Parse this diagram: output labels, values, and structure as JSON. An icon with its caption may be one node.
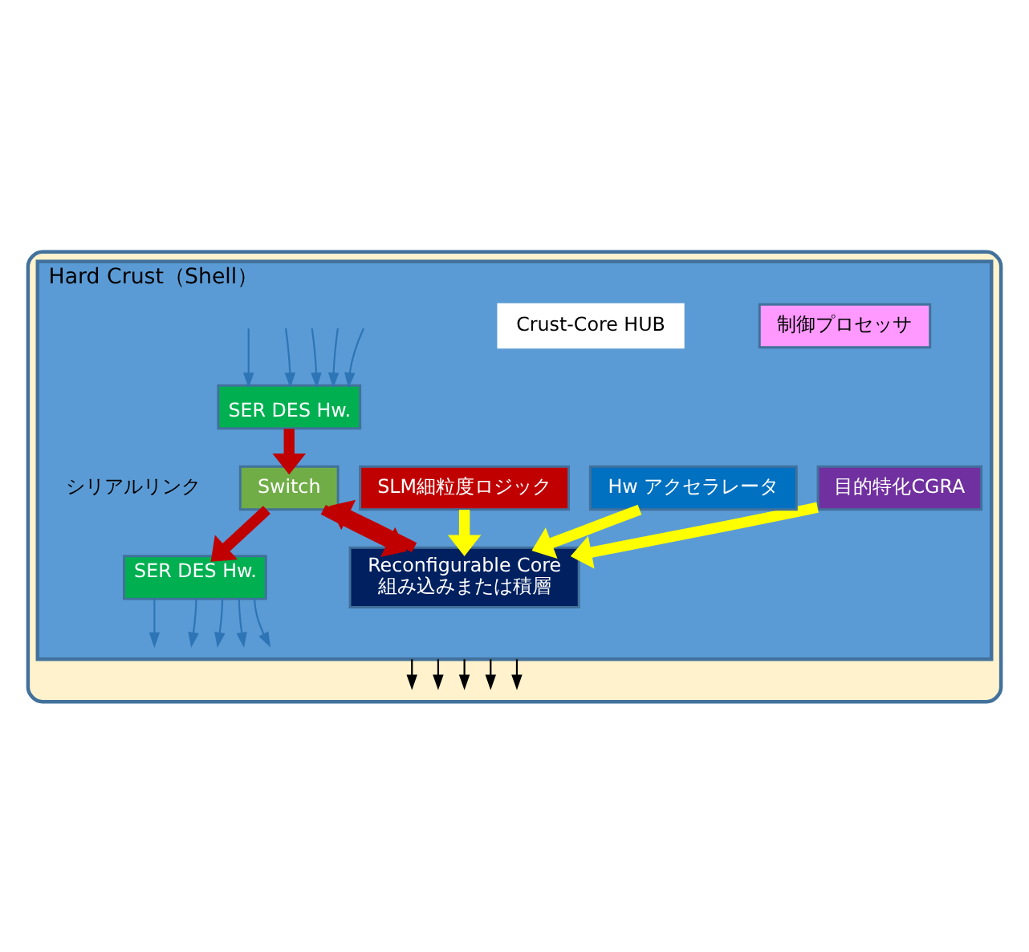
{
  "diagram": {
    "nodes": [
      {
        "text": [],
        "shape": "box"
      },
      {
        "text": [
          "Hard Crust（Shell）"
        ],
        "in": 0
      },
      {
        "text": [
          "制御プロセッサ"
        ],
        "in": 1
      },
      {
        "text": [
          "SER DES Hw."
        ],
        "in": 1
      },
      {
        "text": [
          "Switch"
        ],
        "in": 1
      },
      {
        "text": [
          "SER DES Hw."
        ],
        "in": 1,
        "beside": [
          "シリアルリンク"
        ]
      },
      {
        "text": [
          "Reconfigurable Core",
          "組み込みまたは積層"
        ],
        "in": 1
      },
      {
        "text": [
          "目的特化CGRA"
        ],
        "in": 1
      },
      {
        "text": [
          "Hw アクセラレータ"
        ],
        "in": 1
      },
      {
        "text": [
          "SLM細粒度ロジック"
        ],
        "in": 1
      },
      {
        "text": [
          "Crust-Core HUB"
        ],
        "in": 1
      }
    ],
    "edges": [
      {
        "from": null,
        "to": 3,
        "arrow": "to",
        "color": "#2e75b6"
      },
      {
        "from": null,
        "to": 3,
        "arrow": "to",
        "color": "#2e75b6"
      },
      {
        "from": null,
        "to": 3,
        "arrow": "to",
        "color": "#2e75b6"
      },
      {
        "from": null,
        "to": 3,
        "arrow": "to",
        "color": "#2e75b6"
      },
      {
        "from": null,
        "to": 3,
        "arrow": "to",
        "color": "#2e75b6"
      },
      {
        "from": 3,
        "to": 4,
        "arrow": "to",
        "style": "thick",
        "color": "#c00000"
      },
      {
        "from": 4,
        "to": 5,
        "arrow": "to",
        "style": "thick",
        "color": "#c00000"
      },
      {
        "from": 6,
        "to": 4,
        "arrow": "to",
        "style": "thick",
        "color": "#c00000"
      },
      {
        "from": 4,
        "to": 6,
        "arrow": "to",
        "style": "thick",
        "color": "#c00000"
      },
      {
        "from": 5,
        "to": null,
        "arrow": "to",
        "color": "#2e75b6"
      },
      {
        "from": 5,
        "to": null,
        "arrow": "to",
        "color": "#2e75b6"
      },
      {
        "from": 5,
        "to": null,
        "arrow": "to",
        "color": "#2e75b6"
      },
      {
        "from": 5,
        "to": null,
        "arrow": "to",
        "color": "#2e75b6"
      },
      {
        "from": 5,
        "to": null,
        "arrow": "to",
        "color": "#2e75b6"
      },
      {
        "from": 7,
        "to": 6,
        "arrow": "to",
        "style": "thick",
        "color": "#ffff00"
      },
      {
        "from": 8,
        "to": 6,
        "arrow": "to",
        "style": "thick",
        "color": "#ffff00"
      },
      {
        "from": 9,
        "to": 6,
        "arrow": "to",
        "style": "thick",
        "color": "#ffff00"
      },
      {
        "from": 1,
        "to": null,
        "arrow": "to",
        "color": "#000000"
      },
      {
        "from": 1,
        "to": null,
        "arrow": "to",
        "color": "#000000"
      },
      {
        "from": 1,
        "to": null,
        "arrow": "to",
        "color": "#000000"
      },
      {
        "from": 1,
        "to": null,
        "arrow": "to",
        "color": "#000000"
      },
      {
        "from": 1,
        "to": null,
        "arrow": "to",
        "color": "#000000"
      }
    ]
  }
}
